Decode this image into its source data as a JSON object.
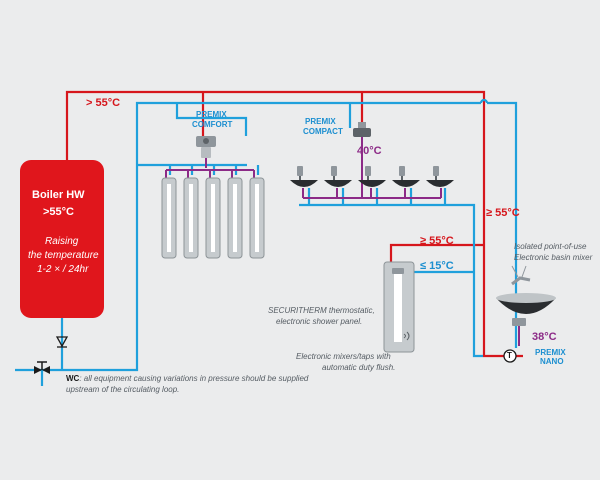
{
  "colors": {
    "hot": "#d6161c",
    "cold": "#1fa0dc",
    "mixed": "#8c2a87",
    "boiler": "#e0161c",
    "background": "#ebeced",
    "note_text": "#555c63"
  },
  "boiler": {
    "title": "Boiler HW",
    "subtitle": ">55°C",
    "note_line1": "Raising",
    "note_line2": "the temperature",
    "note_line3": "1-2 × / 24hr"
  },
  "temps": {
    "main_hot": "> 55°C",
    "right_riser": "≥ 55°C",
    "shower_hot": "≥ 55°C",
    "shower_cold": "≤ 15°C",
    "compact_out": "40°C",
    "nano_out": "38°C"
  },
  "products": {
    "premix_comfort_1": "PREMIX",
    "premix_comfort_2": "COMFORT",
    "premix_compact_1": "PREMIX",
    "premix_compact_2": "COMPACT",
    "premix_nano_1": "PREMIX",
    "premix_nano_2": "NANO"
  },
  "notes": {
    "isolated_1": "Isolated point-of-use",
    "isolated_2": "Electronic basin mixer",
    "securitherm_1": "SECURITHERM thermostatic,",
    "securitherm_2": "electronic shower panel.",
    "electronic_1": "Electronic mixers/taps with",
    "electronic_2": "automatic duty flush.",
    "wc_label": "WC",
    "wc_1": ": all equipment causing variations in pressure should be supplied",
    "wc_2": "upstream of the circulating loop."
  },
  "symbols": {
    "thermo_symbol": "T"
  }
}
